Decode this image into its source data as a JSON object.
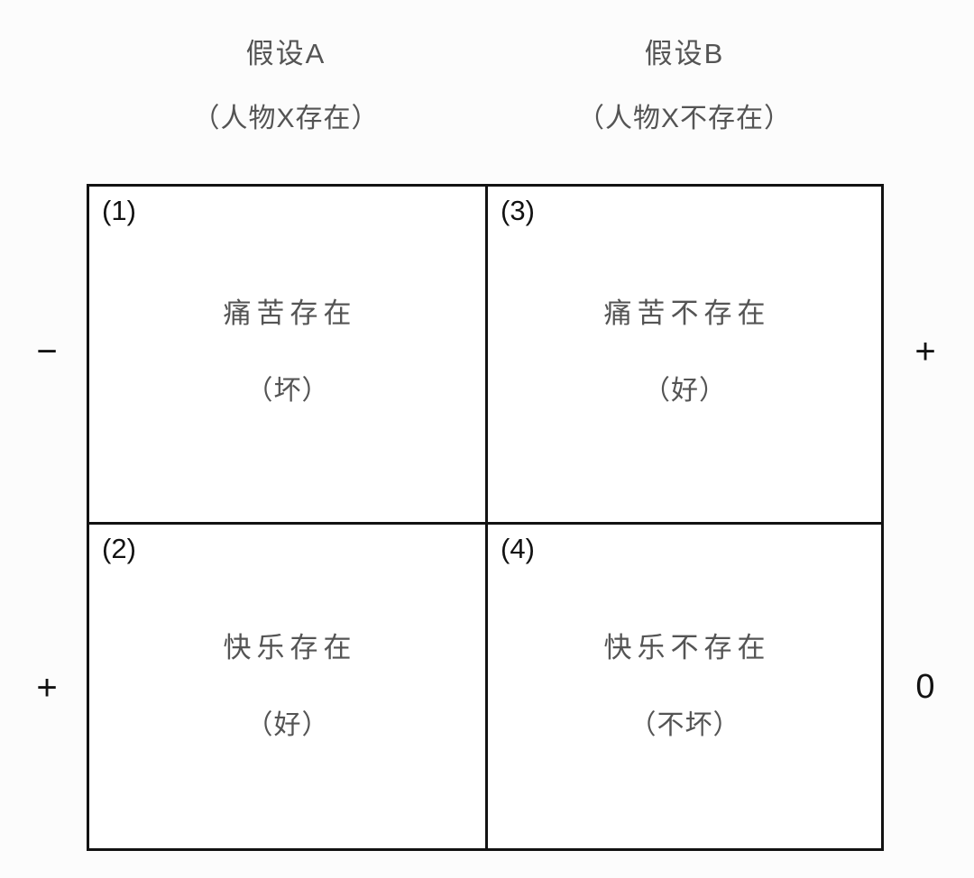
{
  "figure": {
    "columns": [
      {
        "title": "假设A",
        "subtitle": "（人物X存在）"
      },
      {
        "title": "假设B",
        "subtitle": "（人物X不存在）"
      }
    ],
    "cells": [
      {
        "number": "(1)",
        "main": "痛苦存在",
        "paren": "（坏）"
      },
      {
        "number": "(3)",
        "main": "痛苦不存在",
        "paren": "（好）"
      },
      {
        "number": "(2)",
        "main": "快乐存在",
        "paren": "（好）"
      },
      {
        "number": "(4)",
        "main": "快乐不存在",
        "paren": "（不坏）"
      }
    ],
    "markers": {
      "left_top": "−",
      "left_bottom": "+",
      "right_top": "+",
      "right_bottom": "0"
    },
    "colors": {
      "background": "#fcfcfc",
      "cell_background": "#ffffff",
      "border": "#121212",
      "body_text": "#545454",
      "number_text": "#121212"
    }
  }
}
